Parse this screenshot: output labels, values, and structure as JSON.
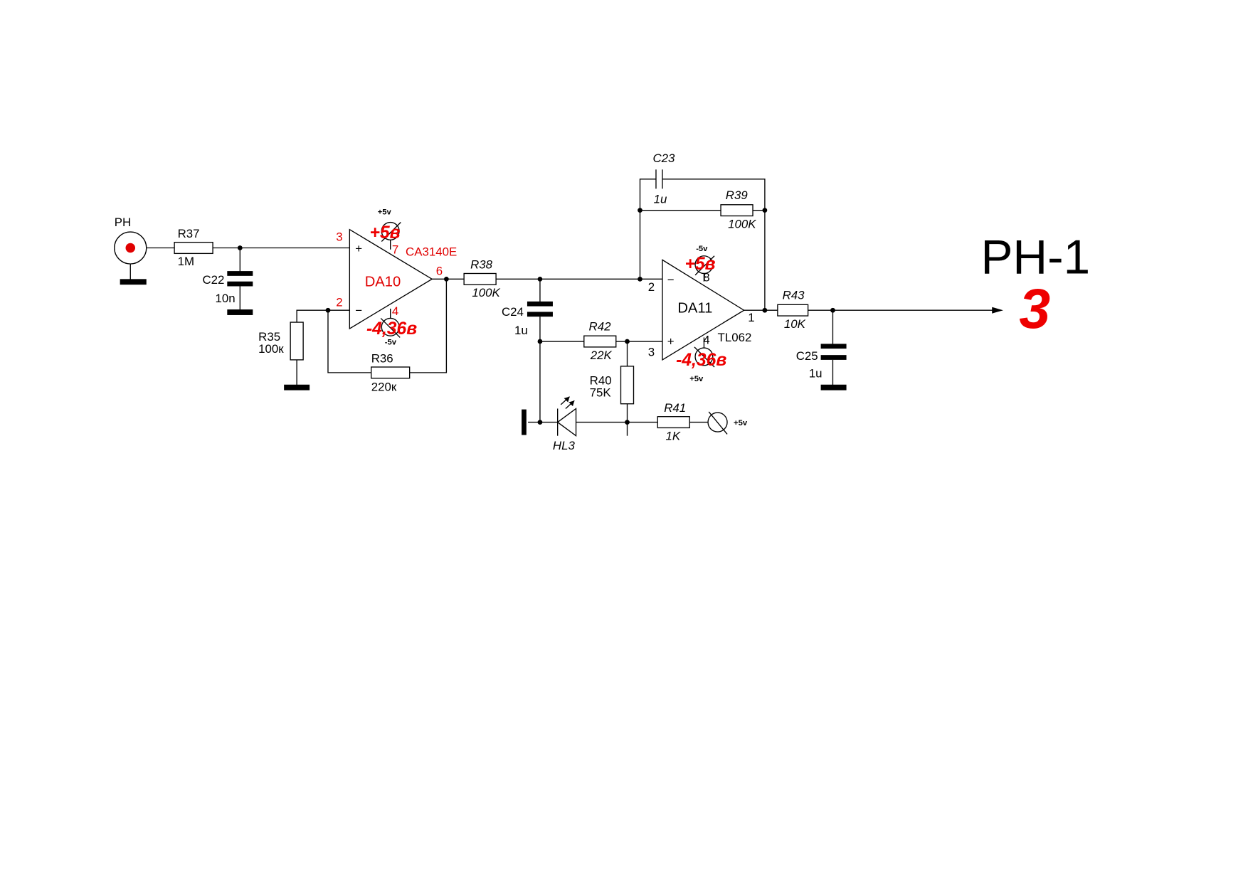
{
  "title": {
    "name": "PH-1",
    "number": "3"
  },
  "input": {
    "label": "PH"
  },
  "components": {
    "R37": {
      "ref": "R37",
      "value": "1M"
    },
    "C22": {
      "ref": "C22",
      "value": "10n"
    },
    "R35": {
      "ref": "R35",
      "value": "100к"
    },
    "R36": {
      "ref": "R36",
      "value": "220к"
    },
    "R38": {
      "ref": "R38",
      "value": "100K"
    },
    "C24": {
      "ref": "C24",
      "value": "1u"
    },
    "R42": {
      "ref": "R42",
      "value": "22K"
    },
    "R40": {
      "ref": "R40",
      "value": "75K"
    },
    "R41": {
      "ref": "R41",
      "value": "1K"
    },
    "HL3": {
      "ref": "HL3"
    },
    "C23": {
      "ref": "C23",
      "value": "1u"
    },
    "R39": {
      "ref": "R39",
      "value": "100K"
    },
    "R43": {
      "ref": "R43",
      "value": "10K"
    },
    "C25": {
      "ref": "C25",
      "value": "1u"
    },
    "R41_supply": "+5v"
  },
  "DA10": {
    "ref": "DA10",
    "part": "CA3140E",
    "pin_plus": "3",
    "pin_minus": "2",
    "pin_out": "6",
    "pin_vpos": "7",
    "pin_vneg": "4",
    "plus_sign": "+",
    "minus_sign": "−",
    "vpos_label": "+5v",
    "vpos_measured": "+5в",
    "vneg_label": "-5v",
    "vneg_measured": "-4,36в"
  },
  "DA11": {
    "ref": "DA11",
    "part": "TL062",
    "pin_plus": "3",
    "pin_minus": "2",
    "pin_out": "1",
    "pin_top": "8",
    "pin_bottom": "4",
    "plus_sign": "+",
    "minus_sign": "−",
    "top_label": "-5v",
    "top_measured": "+5в",
    "bottom_label": "+5v",
    "bottom_measured": "-4,36в"
  },
  "colors": {
    "annotation": "#ee0000",
    "wire": "#000000"
  }
}
